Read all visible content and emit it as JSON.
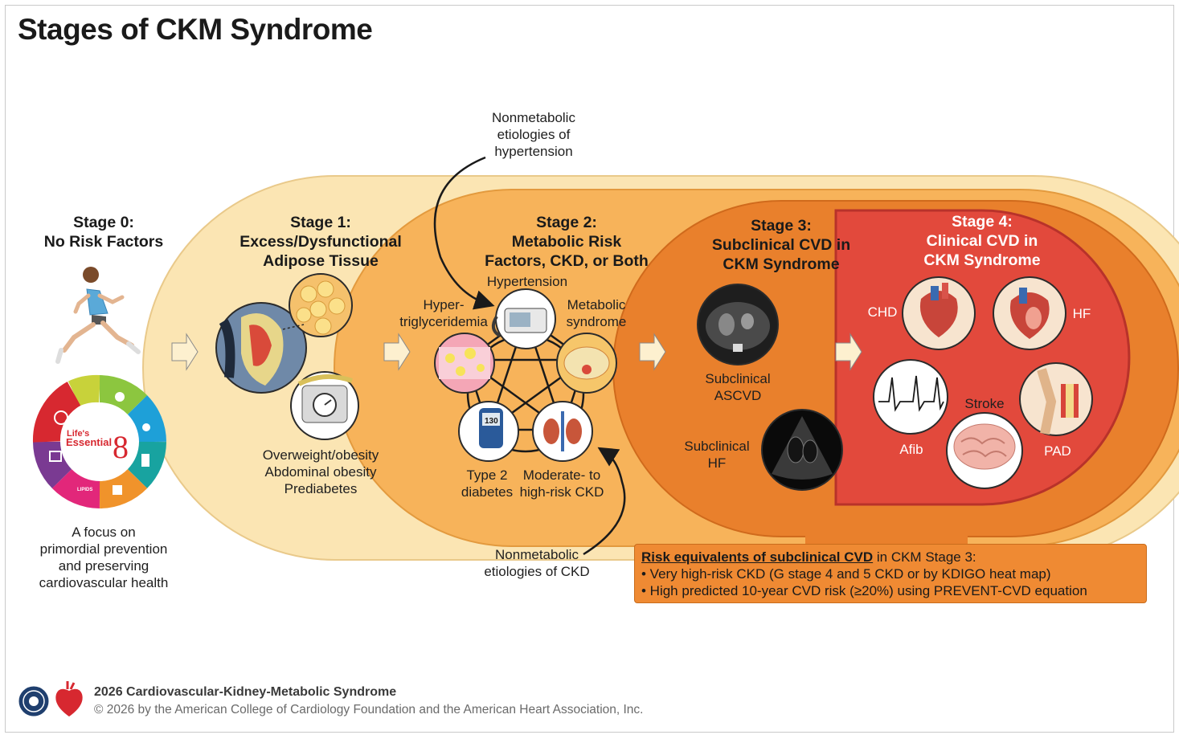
{
  "title": "Stages of CKM Syndrome",
  "stage0": {
    "title": [
      "Stage 0:",
      "No Risk Factors"
    ],
    "caption": [
      "A focus on",
      "primordial prevention",
      "and preserving",
      "cardiovascular health"
    ]
  },
  "les8": {
    "line1": "Life's",
    "line2": "Essential",
    "number": "8",
    "segment_label": "LIPIDS"
  },
  "stage1": {
    "title": [
      "Stage 1:",
      "Excess/Dysfunctional",
      "Adipose Tissue"
    ],
    "caption": [
      "Overweight/obesity",
      "Abdominal obesity",
      "Prediabetes"
    ]
  },
  "stage2": {
    "title": [
      "Stage 2:",
      "Metabolic Risk",
      "Factors, CKD, or Both"
    ],
    "hypertension": "Hypertension",
    "hypertrig": [
      "Hyper-",
      "triglyceridemia"
    ],
    "metsyn": [
      "Metabolic",
      "syndrome"
    ],
    "diabetes": [
      "Type 2",
      "diabetes"
    ],
    "ckd": [
      "Moderate- to",
      "high-risk CKD"
    ],
    "glucometer_reading": "130"
  },
  "nonmet_htn": [
    "Nonmetabolic",
    "etiologies of",
    "hypertension"
  ],
  "nonmet_ckd": [
    "Nonmetabolic",
    "etiologies of CKD"
  ],
  "stage3": {
    "title": [
      "Stage 3:",
      "Subclinical CVD in",
      "CKM Syndrome"
    ],
    "ascvd": [
      "Subclinical",
      "ASCVD"
    ],
    "hf": [
      "Subclinical",
      "HF"
    ]
  },
  "stage4": {
    "title": [
      "Stage 4:",
      "Clinical CVD in",
      "CKM Syndrome"
    ],
    "chd": "CHD",
    "hf": "HF",
    "afib": "Afib",
    "stroke": "Stroke",
    "pad": "PAD"
  },
  "risk_box": {
    "heading": "Risk equivalents of subclinical CVD",
    "heading_suffix": " in CKM Stage 3:",
    "items": [
      "• Very high-risk CKD (G stage 4 and 5 CKD or by KDIGO heat map)",
      "• High predicted 10-year CVD risk (≥20%) using PREVENT-CVD equation"
    ]
  },
  "footer": {
    "title": "2026 Cardiovascular-Kidney-Metabolic Syndrome",
    "copyright": "© 2026 by the American College of Cardiology Foundation and the American Heart Association, Inc."
  },
  "colors": {
    "stage1_fill": "#fbe5b3",
    "stage2_fill": "#f7b35a",
    "stage3_fill": "#e9802c",
    "stage4_fill": "#e2493c",
    "arrow_fill": "#fdf0cf"
  }
}
